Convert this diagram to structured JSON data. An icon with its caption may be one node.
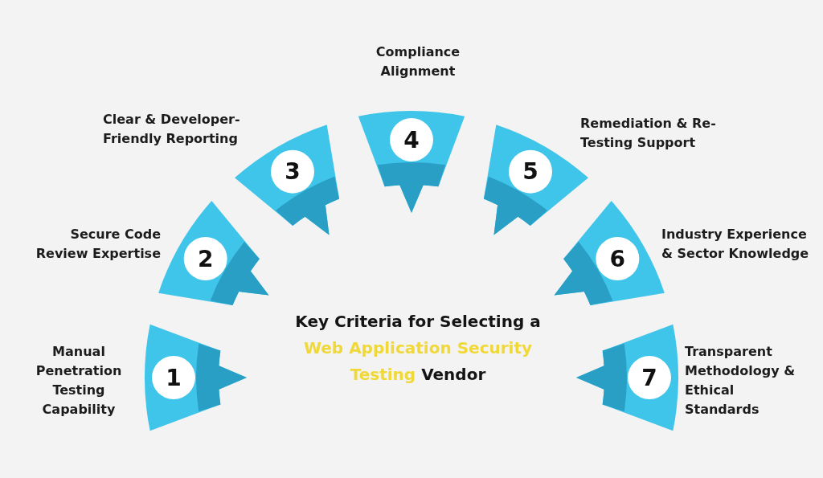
{
  "diagram": {
    "title": "Key Criteria for Selecting a **Web Application Security Testing** Vendor",
    "nodes": [
      {
        "text": [
          "1"
        ],
        "beside": [
          "Manual Penetration Testing Capability"
        ]
      },
      {
        "text": [
          "2"
        ],
        "beside": [
          "Secure Code Review Expertise"
        ]
      },
      {
        "text": [
          "3"
        ],
        "beside": [
          "Clear & Developer-Friendly Reporting"
        ]
      },
      {
        "text": [
          "4"
        ],
        "beside": [
          "Compliance Alignment"
        ]
      },
      {
        "text": [
          "5"
        ],
        "beside": [
          "Remediation & Re-Testing Support"
        ]
      },
      {
        "text": [
          "6"
        ],
        "beside": [
          "Industry Experience & Sector Knowledge"
        ]
      },
      {
        "text": [
          "7"
        ],
        "beside": [
          "Transparent Methodology & Ethical Standards"
        ]
      }
    ]
  }
}
